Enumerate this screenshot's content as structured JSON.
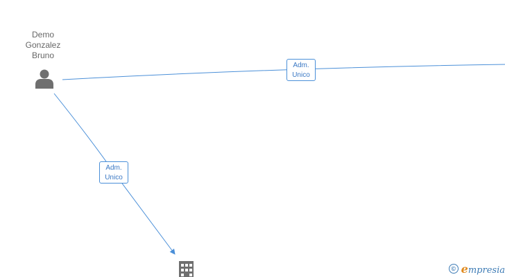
{
  "person": {
    "name_lines": [
      "Demo",
      "Gonzalez",
      "Bruno"
    ],
    "icon": "person-icon"
  },
  "company": {
    "icon": "building-icon"
  },
  "edges": [
    {
      "label_lines": [
        "Adm.",
        "Unico"
      ]
    },
    {
      "label_lines": [
        "Adm.",
        "Unico"
      ]
    }
  ],
  "watermark": {
    "copyright_symbol": "©",
    "brand_initial": "e",
    "brand_rest": "mpresia"
  },
  "colors": {
    "edge_line": "#4a8fd8",
    "label_text": "#3a78c4",
    "node_icon": "#6f6f6f",
    "brand_blue": "#3d7bb5",
    "brand_orange": "#e08a1e"
  }
}
